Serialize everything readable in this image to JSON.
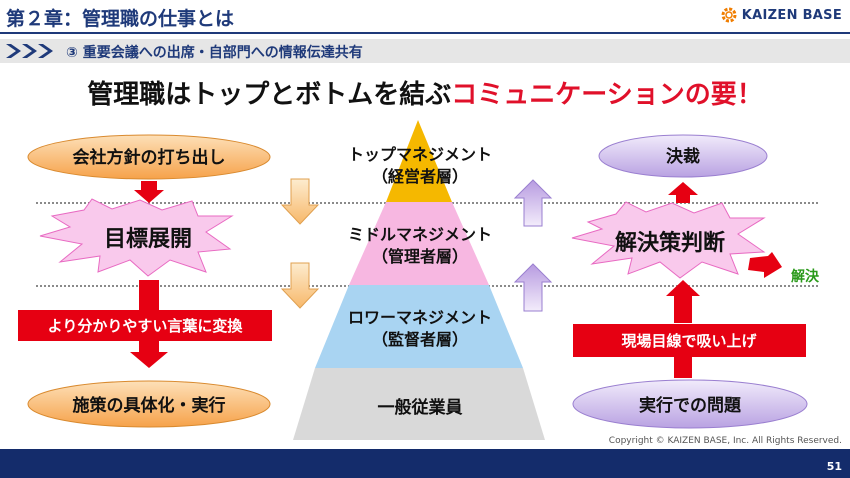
{
  "header": {
    "chapter_title": "第２章：管理職の仕事とは",
    "logo_text": "KAIZEN BASE",
    "subtitle": "③ 重要会議への出席・自部門への情報伝達共有"
  },
  "headline": {
    "part1": "管理職はトップとボトムを結ぶ",
    "part2": "コミュニケーションの要！"
  },
  "left_flow": {
    "top_oval": "会社方針の打ち出し",
    "burst": "目標展開",
    "bar": "より分かりやすい言葉に変換",
    "bottom_oval": "施策の具体化・実行"
  },
  "pyramid": {
    "top_label_1": "トップマネジメント",
    "top_label_2": "（経営者層）",
    "middle_label_1": "ミドルマネジメント",
    "middle_label_2": "（管理者層）",
    "lower_label_1": "ロワーマネジメント",
    "lower_label_2": "（監督者層）",
    "base_label": "一般従業員"
  },
  "right_flow": {
    "top_oval": "決裁",
    "burst": "解決策判断",
    "side_label": "解決",
    "bar": "現場目線で吸い上げ",
    "bottom_oval": "実行での問題"
  },
  "footer": {
    "copyright": "Copyright ©  KAIZEN BASE, Inc.  All Rights Reserved.",
    "page_number": "51"
  },
  "colors": {
    "navy": "#1f3a7a",
    "accent_red": "#e0102a",
    "orange_oval": "#f8b76e",
    "purple_oval": "#c8b6e8",
    "pink_burst": "#f9c9ec",
    "pyramid_top": "#f5b800",
    "pyramid_middle": "#f7b7e1",
    "pyramid_lower": "#a9d4f2",
    "pyramid_base": "#d9d9d9"
  }
}
